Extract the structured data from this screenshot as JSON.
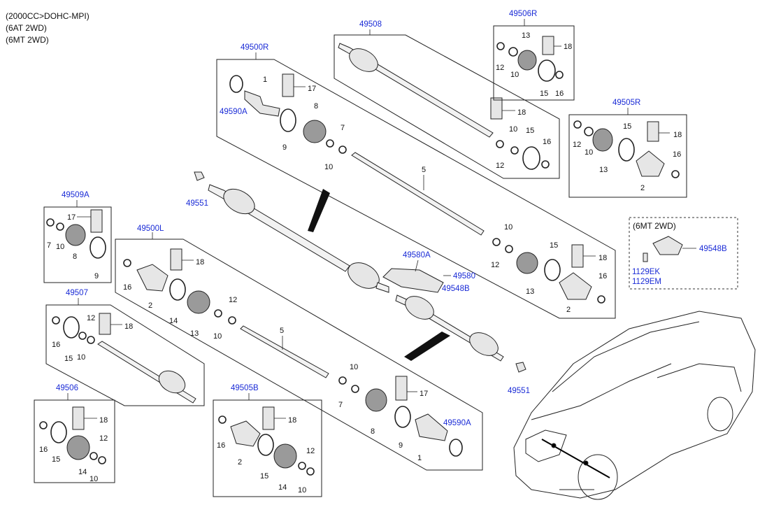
{
  "conditions": [
    "(2000CC>DOHC-MPI)",
    "(6AT 2WD)",
    "(6MT 2WD)"
  ],
  "codes": {
    "c49508": "49508",
    "c49506R": "49506R",
    "c49500R": "49500R",
    "c49505R": "49505R",
    "c49509A": "49509A",
    "c49500L": "49500L",
    "c49507": "49507",
    "c49506": "49506",
    "c49505B": "49505B",
    "c49590A_top": "49590A",
    "c49590A_bot": "49590A",
    "c49551_top": "49551",
    "c49551_bot": "49551",
    "c49580A": "49580A",
    "c49580": "49580",
    "c49548B_mid": "49548B",
    "c49548B_right": "49548B",
    "c1129EK": "1129EK",
    "c1129EM": "1129EM"
  },
  "inset_title": "(6MT 2WD)",
  "numbers": {
    "n1": "1",
    "n2": "2",
    "n5": "5",
    "n7": "7",
    "n8": "8",
    "n9": "9",
    "n10": "10",
    "n12": "12",
    "n13": "13",
    "n14": "14",
    "n15": "15",
    "n16": "16",
    "n17": "17",
    "n18": "18"
  }
}
